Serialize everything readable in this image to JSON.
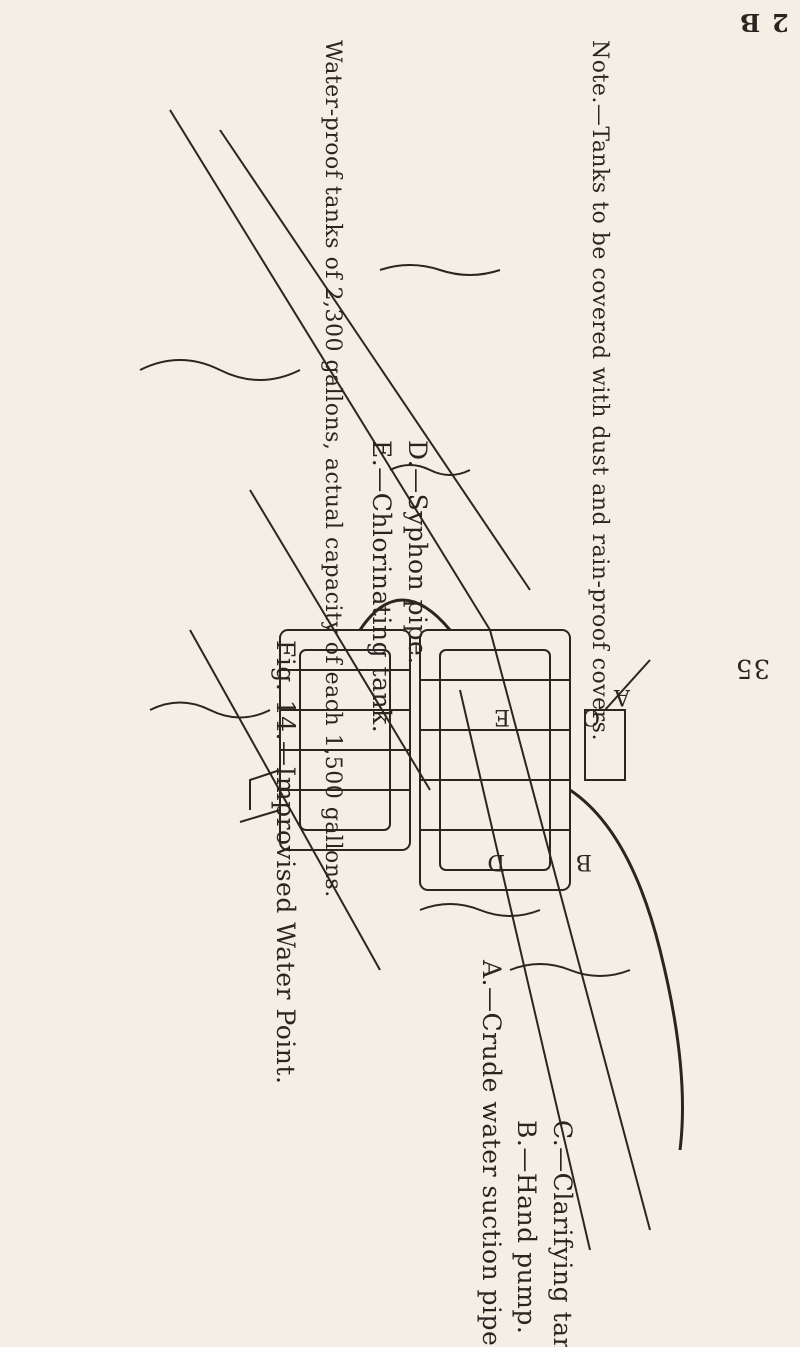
{
  "page": {
    "page_number": "35",
    "corner_marks": [
      "B",
      "2"
    ]
  },
  "caption": {
    "figure": "Fig. 14.—Improvised Water Point.",
    "capacity": "Water-proof tanks of 2,300 gallons, actual capacity of each 1,500 gallons.",
    "legend_a": "A.—Crude water suction pipe.",
    "legend_b": "B.—Hand pump.",
    "legend_c": "C.—Clarifying tank.",
    "legend_d": "D.—Syphon pipe.",
    "legend_e": "E.—Chlorinating tank.",
    "note": "Note.—Tanks to be covered with dust and rain-proof covers."
  },
  "diagram_labels": {
    "a": "A",
    "b": "B",
    "c": "C",
    "d": "D",
    "e": "E"
  }
}
